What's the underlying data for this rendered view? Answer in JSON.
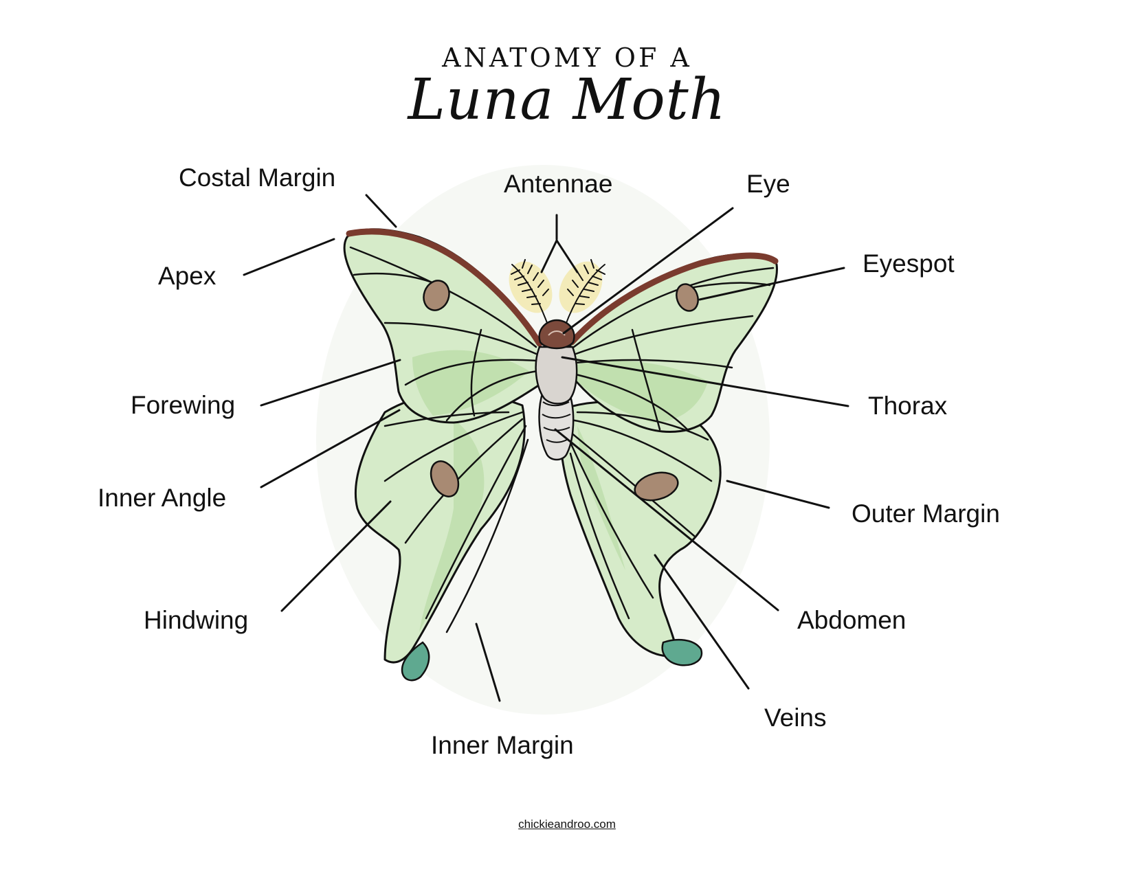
{
  "header": {
    "kicker": "ANATOMY OF A",
    "title": "Luna Moth"
  },
  "labels": {
    "costal_margin": "Costal Margin",
    "antennae": "Antennae",
    "eye": "Eye",
    "apex": "Apex",
    "eyespot": "Eyespot",
    "forewing": "Forewing",
    "thorax": "Thorax",
    "inner_angle": "Inner Angle",
    "outer_margin": "Outer Margin",
    "hindwing": "Hindwing",
    "abdomen": "Abdomen",
    "veins": "Veins",
    "inner_margin": "Inner Margin"
  },
  "footer": {
    "link": "chickieandroo.com"
  },
  "colors": {
    "wing_green": "#d6ebc9",
    "wing_shade": "#b9dca6",
    "costal_brown": "#7a3b2e",
    "eyespot_brown": "#a88a73",
    "tail_teal": "#5fa990",
    "body_gray": "#d9d5d0",
    "head_brown": "#7c4a3c",
    "antenna_yellow": "#f2e6a0",
    "ink": "#111111"
  }
}
